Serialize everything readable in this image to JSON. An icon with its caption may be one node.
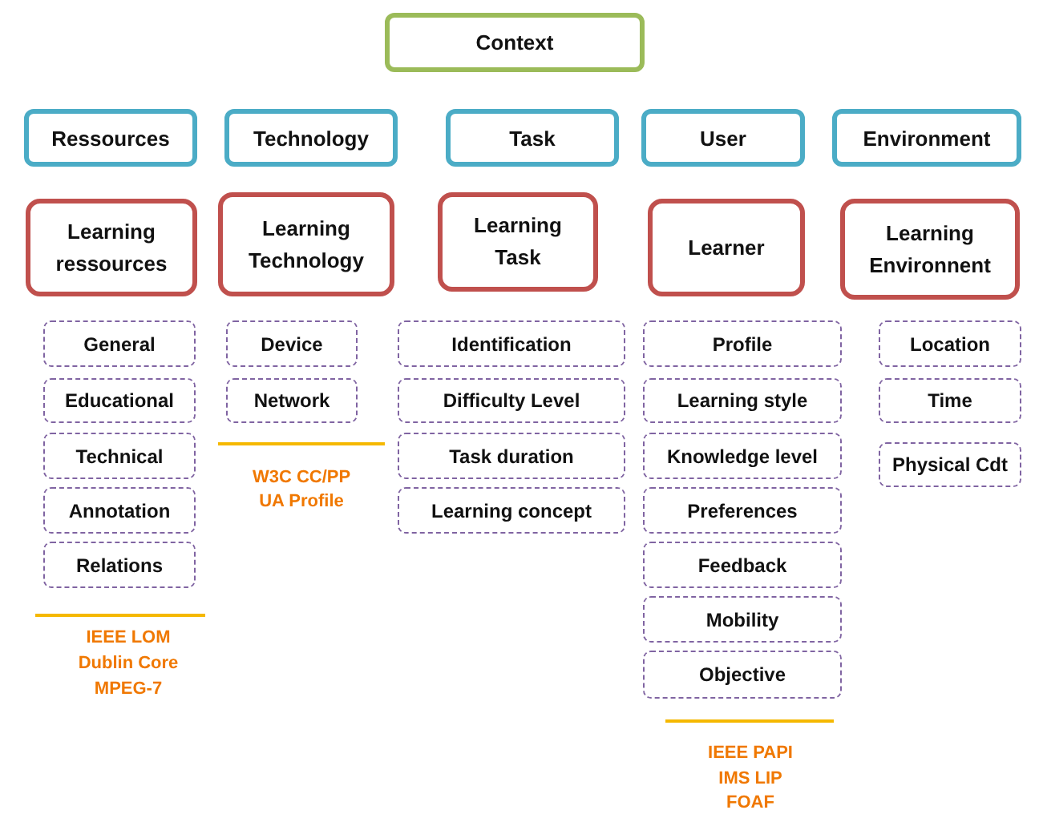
{
  "diagram": {
    "nodes": [
      {
        "text": [
          "Context"
        ]
      },
      {
        "text": [
          "Ressources"
        ]
      },
      {
        "text": [
          "Technology"
        ]
      },
      {
        "text": [
          "Task"
        ]
      },
      {
        "text": [
          "User"
        ]
      },
      {
        "text": [
          "Environment"
        ]
      },
      {
        "text": [
          "Learning ressources"
        ]
      },
      {
        "text": [
          "Learning Technology"
        ]
      },
      {
        "text": [
          "Learning Task"
        ]
      },
      {
        "text": [
          "Learner"
        ]
      },
      {
        "text": [
          "Learning Environnent"
        ]
      },
      {
        "text": [
          "General"
        ]
      },
      {
        "text": [
          "Educational"
        ]
      },
      {
        "text": [
          "Technical"
        ]
      },
      {
        "text": [
          "Annotation"
        ]
      },
      {
        "text": [
          "Relations"
        ]
      },
      {
        "text": [
          "Device"
        ]
      },
      {
        "text": [
          "Network"
        ]
      },
      {
        "text": [
          "Identification"
        ]
      },
      {
        "text": [
          "Difficulty Level"
        ]
      },
      {
        "text": [
          "Task duration"
        ]
      },
      {
        "text": [
          "Learning concept"
        ]
      },
      {
        "text": [
          "Profile"
        ]
      },
      {
        "text": [
          "Learning style"
        ]
      },
      {
        "text": [
          "Knowledge level"
        ]
      },
      {
        "text": [
          "Preferences"
        ]
      },
      {
        "text": [
          "Feedback"
        ]
      },
      {
        "text": [
          "Mobility"
        ]
      },
      {
        "text": [
          "Objective"
        ]
      },
      {
        "text": [
          "Location"
        ]
      },
      {
        "text": [
          "Time"
        ]
      },
      {
        "text": [
          "Physical Cdt"
        ]
      }
    ],
    "labels": [
      "IEEE LOM",
      "Dublin Core",
      "MPEG-7",
      "W3C CC/PP",
      "UA Profile",
      "IEEE PAPI",
      "IMS LIP",
      "FOAF"
    ]
  }
}
